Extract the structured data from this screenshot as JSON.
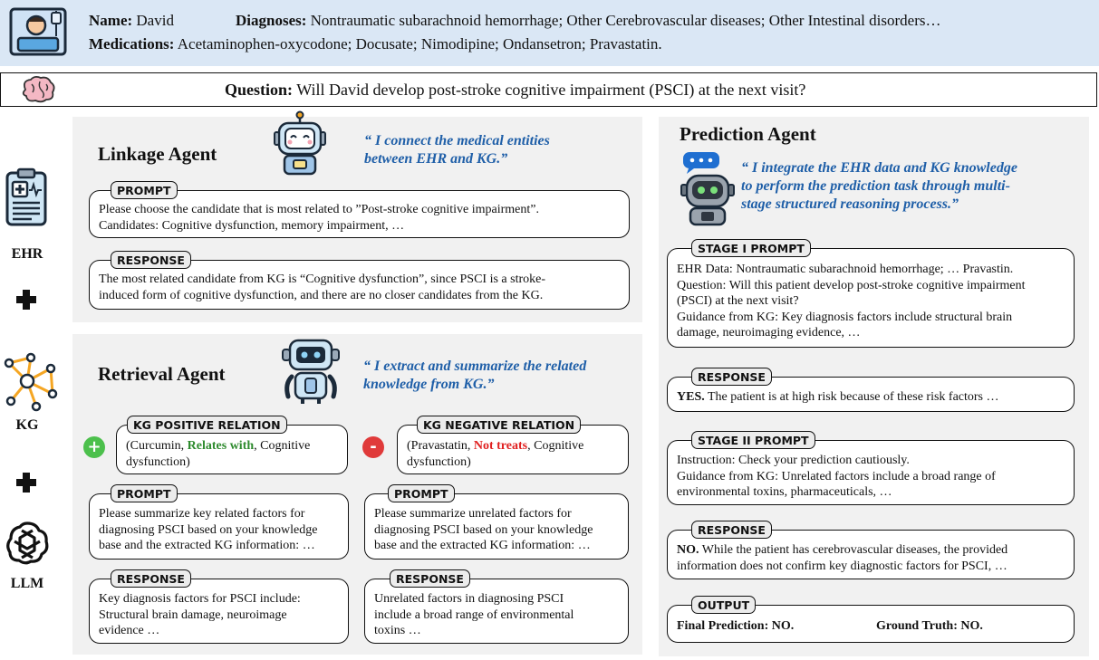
{
  "patient": {
    "name_label": "Name:",
    "name_value": "David",
    "diagnoses_label": "Diagnoses:",
    "diagnoses_value": "Nontraumatic subarachnoid hemorrhage; Other Cerebrovascular diseases; Other Intestinal disorders…",
    "medications_label": "Medications:",
    "medications_value": "Acetaminophen-oxycodone;  Docusate; Nimodipine; Ondansetron; Pravastatin."
  },
  "question": {
    "label": "Question:",
    "text": "Will David develop post-stroke cognitive impairment (PSCI) at the next visit?"
  },
  "side": {
    "ehr": "EHR",
    "kg": "KG",
    "llm": "LLM"
  },
  "linkage": {
    "title": "Linkage Agent",
    "quote_1": "“ I connect the medical entities",
    "quote_2": "between EHR and KG.”",
    "prompt_tag": "PROMPT",
    "prompt_1": "Please choose the candidate that is most related to ”Post-stroke cognitive impairment”.",
    "prompt_2": "Candidates: Cognitive dysfunction, memory impairment, …",
    "response_tag": "RESPONSE",
    "response_1": "The most related candidate from KG is “Cognitive dysfunction”, since PSCI is a stroke-",
    "response_2": "induced form of cognitive dysfunction, and there are no closer candidates from the KG."
  },
  "retrieval": {
    "title": "Retrieval Agent",
    "quote_1": "“ I extract and summarize the related",
    "quote_2": "knowledge from KG.”",
    "pos_tag": "KG POSITIVE RELATION",
    "pos_sign": "+",
    "pos_a": "(Curcumin, ",
    "pos_rel": "Relates with",
    "pos_b": ", Cognitive",
    "pos_c": "dysfunction)",
    "neg_tag": "KG NEGATIVE RELATION",
    "neg_sign": "-",
    "neg_a": "(Pravastatin, ",
    "neg_rel": "Not treats",
    "neg_b": ", Cognitive",
    "neg_c": "dysfunction)",
    "prompt_tag": "PROMPT",
    "left_prompt_1": "Please summarize key related factors for",
    "left_prompt_2": "diagnosing PSCI based on your knowledge",
    "left_prompt_3": "base and the extracted KG information: …",
    "right_prompt_1": "Please summarize unrelated factors for",
    "right_prompt_2": "diagnosing PSCI based on your knowledge",
    "right_prompt_3": "base and the extracted KG information: …",
    "response_tag": "RESPONSE",
    "left_resp_1": "Key diagnosis factors for PSCI include:",
    "left_resp_2": "Structural brain damage, neuroimage",
    "left_resp_3": "evidence …",
    "right_resp_1": "Unrelated factors in diagnosing PSCI",
    "right_resp_2": "include a broad range of environmental",
    "right_resp_3": "toxins …"
  },
  "prediction": {
    "title": "Prediction Agent",
    "quote_1": "“ I integrate the EHR data and KG knowledge",
    "quote_2": "to perform the prediction task through multi-",
    "quote_3": "stage structured reasoning process.”",
    "stage1_tag": "STAGE I PROMPT",
    "stage1_1": "EHR Data: Nontraumatic subarachnoid hemorrhage; … Pravastin.",
    "stage1_2": "Question: Will this patient develop post-stroke cognitive impairment",
    "stage1_3": "(PSCI) at the next visit?",
    "stage1_4": "Guidance from KG: Key diagnosis factors include structural brain",
    "stage1_5": "damage, neuroimaging evidence, …",
    "resp1_tag": "RESPONSE",
    "resp1_bold": "YES.",
    "resp1_text": " The patient is at high risk because of these risk factors …",
    "stage2_tag": "STAGE II PROMPT",
    "stage2_1": "Instruction: Check your prediction cautiously.",
    "stage2_2": "Guidance from KG: Unrelated factors include a broad range of",
    "stage2_3": "environmental toxins, pharmaceuticals, …",
    "resp2_tag": "RESPONSE",
    "resp2_bold": "NO.",
    "resp2_1": " While the patient has cerebrovascular diseases, the provided",
    "resp2_2": "information does not confirm key diagnostic factors for PSCI, …",
    "output_tag": "OUTPUT",
    "final_label": "Final Prediction: NO.",
    "truth_label": "Ground Truth: NO."
  },
  "colors": {
    "quote": "#1f5fa8",
    "positive": "#2e8b2e",
    "negative": "#e02020",
    "header_bg": "#dae7f5",
    "panel_bg": "#f1f1f1"
  }
}
